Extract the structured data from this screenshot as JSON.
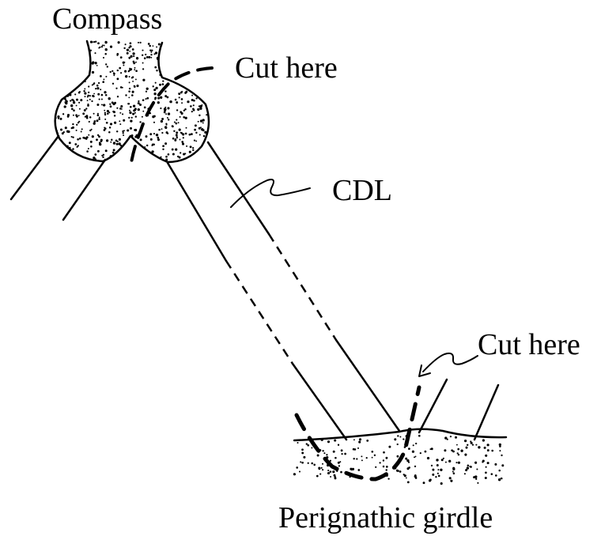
{
  "labels": {
    "compass": "Compass",
    "cut_top": "Cut here",
    "cdl": "CDL",
    "cut_bottom": "Cut here",
    "girdle": "Perignathic girdle"
  },
  "colors": {
    "ink": "#000000",
    "background": "#ffffff"
  }
}
